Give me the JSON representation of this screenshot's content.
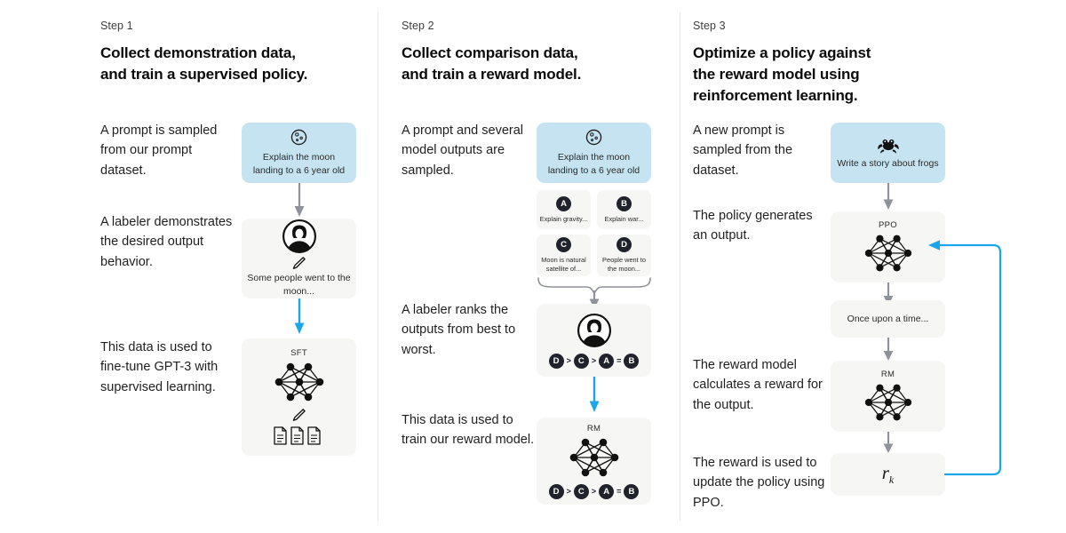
{
  "theme": {
    "background": "#ffffff",
    "prompt_box_color": "#c5e3f0",
    "panel_color": "#f6f6f4",
    "arrow_gray": "#8f9298",
    "arrow_blue": "#1aa6e8",
    "badge_dark": "#20232b",
    "divider": "#e6e6e6"
  },
  "columns": [
    {
      "step_label": "Step 1",
      "title": "Collect demonstration data, and train a supervised policy.",
      "title_lines": [
        "Collect demonstration data,",
        "and train a supervised policy."
      ],
      "paragraphs": [
        "A prompt is sampled from our prompt dataset.",
        "A labeler demonstrates the desired output behavior.",
        "This data is used to fine-tune GPT-3 with supervised learning."
      ],
      "nodes": [
        {
          "kind": "prompt",
          "icon": "moon-icon",
          "text": "Explain the moon landing to a 6 year old"
        },
        {
          "kind": "output",
          "icon": "labeler-avatar-icon",
          "sub_icon": "pencil-icon",
          "text": "Some people went to the moon..."
        },
        {
          "kind": "model",
          "icon": "neural-network-icon",
          "title": "SFT",
          "sub_icon": "pencil-icon",
          "extra_icon": "documents-icon"
        }
      ],
      "arrows": [
        {
          "color": "gray"
        },
        {
          "color": "blue"
        }
      ]
    },
    {
      "step_label": "Step 2",
      "title": "Collect comparison data, and train a reward model.",
      "title_lines": [
        "Collect comparison data,",
        "and train a reward model."
      ],
      "paragraphs": [
        "A prompt and several model outputs are sampled.",
        "A labeler ranks the outputs from best to worst.",
        "This data is used to train our reward model."
      ],
      "nodes": [
        {
          "kind": "prompt",
          "icon": "moon-icon",
          "text": "Explain the moon landing to a 6 year old"
        },
        {
          "kind": "ranking",
          "icon": "labeler-avatar-icon",
          "ranking": "D > C > A = B"
        },
        {
          "kind": "model",
          "icon": "neural-network-icon",
          "title": "RM",
          "ranking": "D > C > A = B"
        }
      ],
      "options": [
        {
          "badge": "A",
          "text": "Explain gravity..."
        },
        {
          "badge": "B",
          "text": "Explain war..."
        },
        {
          "badge": "C",
          "text": "Moon is natural satellite of..."
        },
        {
          "badge": "D",
          "text": "People went to the moon..."
        }
      ],
      "ranking_tokens": [
        "D",
        ">",
        "C",
        ">",
        "A",
        "=",
        "B"
      ],
      "arrows": [
        {
          "color": "gray"
        },
        {
          "color": "blue"
        }
      ]
    },
    {
      "step_label": "Step 3",
      "title": "Optimize a policy against the reward model using reinforcement learning.",
      "title_lines": [
        "Optimize a policy against",
        "the reward model using",
        "reinforcement learning."
      ],
      "paragraphs": [
        "A new prompt is sampled from the dataset.",
        "The policy generates an output.",
        "The reward model calculates a reward for the output.",
        "The reward is used to update the policy using PPO."
      ],
      "nodes": [
        {
          "kind": "prompt",
          "icon": "frog-icon",
          "text": "Write a story about frogs"
        },
        {
          "kind": "model",
          "icon": "neural-network-icon",
          "title": "PPO"
        },
        {
          "kind": "output",
          "text": "Once upon a time..."
        },
        {
          "kind": "model",
          "icon": "neural-network-icon",
          "title": "RM"
        },
        {
          "kind": "reward",
          "symbol": "r",
          "subscript": "k"
        }
      ],
      "arrows": [
        {
          "color": "gray"
        },
        {
          "color": "gray"
        },
        {
          "color": "gray"
        },
        {
          "color": "gray"
        },
        {
          "color": "blue",
          "shape": "feedback-loop"
        }
      ]
    }
  ]
}
